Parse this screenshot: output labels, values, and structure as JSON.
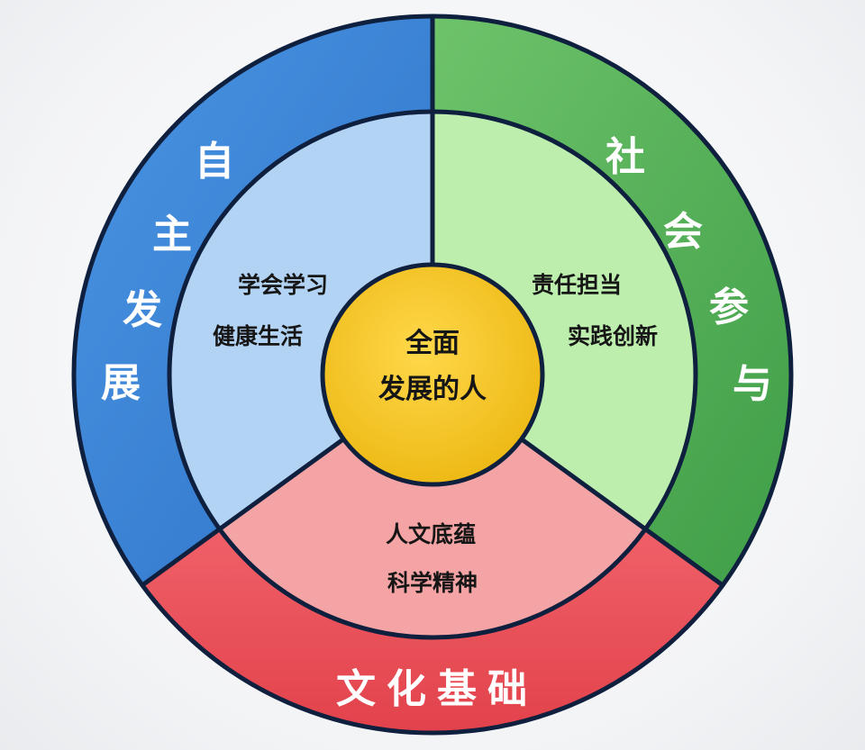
{
  "core": {
    "line1": "全面",
    "line2": "发展的人",
    "color": "#f2c41c"
  },
  "sectors": [
    {
      "id": "autonomous",
      "outer_chars": [
        "自",
        "主",
        "发",
        "展"
      ],
      "inner_items": [
        "学会学习",
        "健康生活"
      ],
      "outer_color": "#3f86d8",
      "inner_color": "#b3d3f4"
    },
    {
      "id": "social",
      "outer_chars": [
        "社",
        "会",
        "参",
        "与"
      ],
      "inner_items": [
        "责任担当",
        "实践创新"
      ],
      "outer_color": "#58b559",
      "inner_color": "#bdeeae"
    },
    {
      "id": "cultural",
      "outer_chars": [
        "文",
        "化",
        "基",
        "础"
      ],
      "inner_items": [
        "人文底蕴",
        "科学精神"
      ],
      "outer_color": "#ed5057",
      "inner_color": "#f4a4a4"
    }
  ],
  "border_color": "#0f1f3e"
}
